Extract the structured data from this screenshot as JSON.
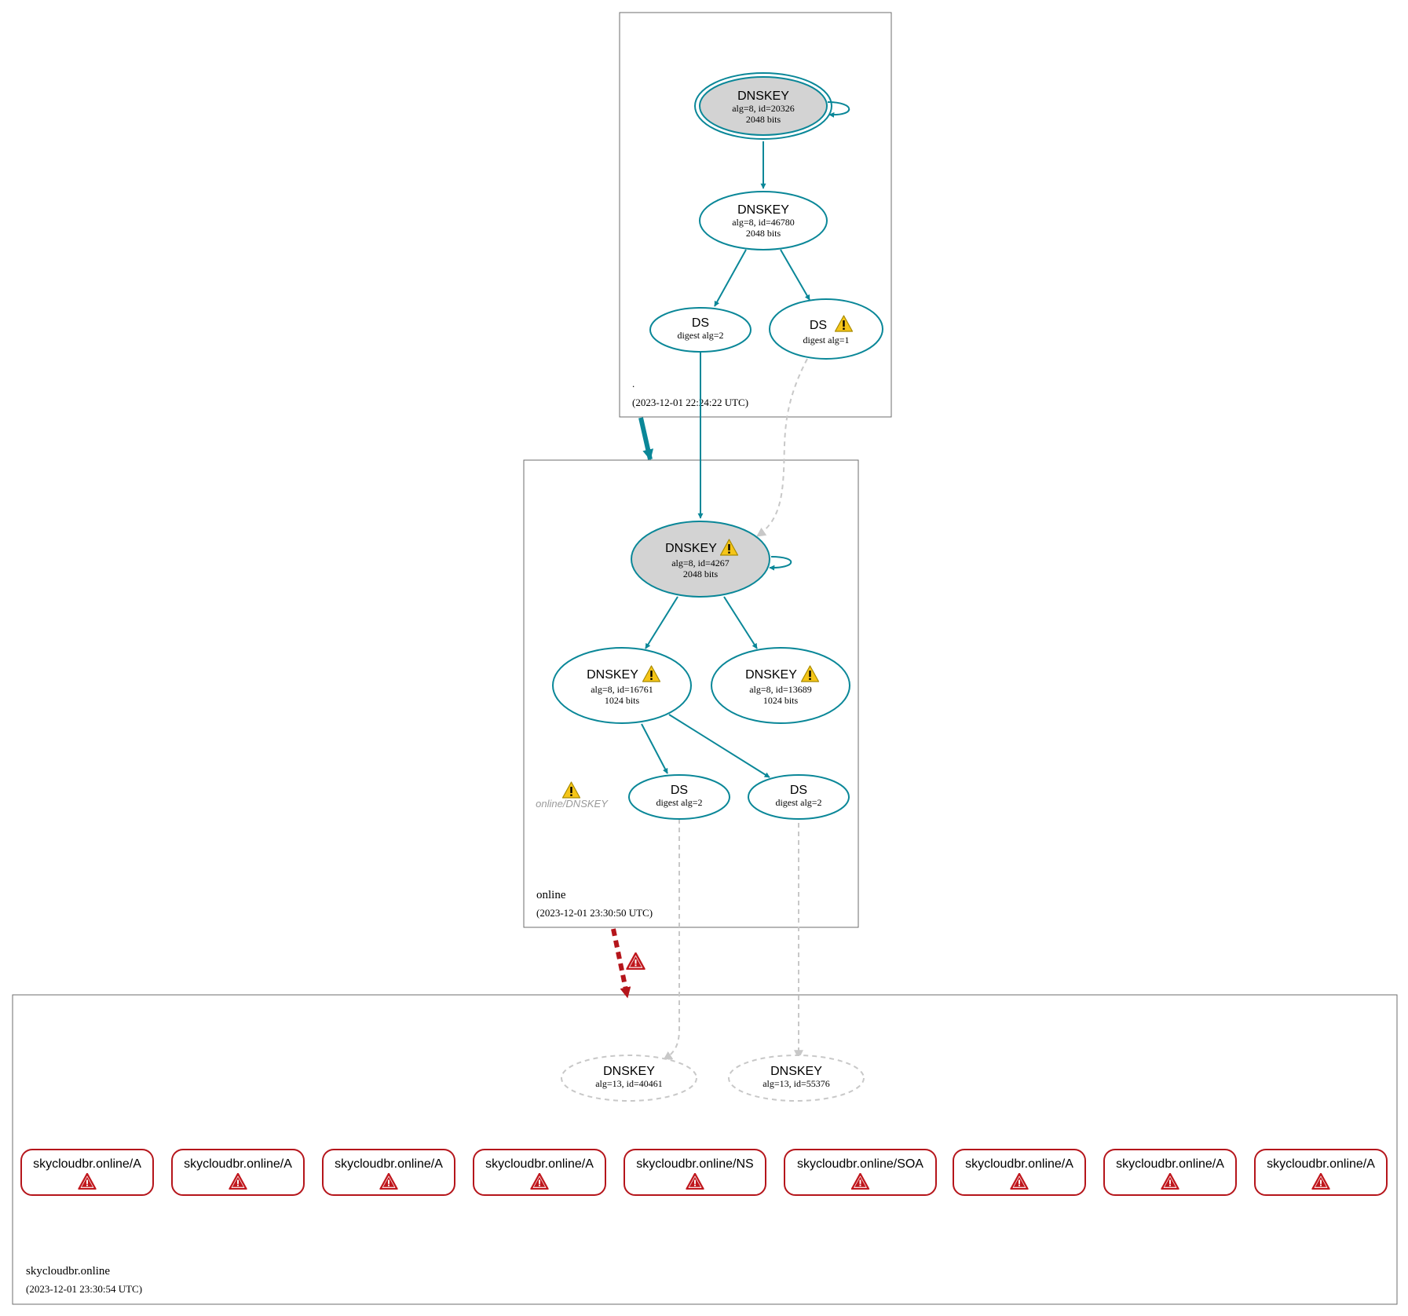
{
  "colors": {
    "teal": "#0a8798",
    "red": "#b5151b",
    "dashed_gray": "#c8c8c8",
    "ksk_fill": "#d3d3d3",
    "warning_yellow": "#f5c518",
    "error_red": "#c0171d",
    "zone_border": "#6e6e6e"
  },
  "zones": {
    "root": {
      "name": ".",
      "timestamp": "(2023-12-01 22:24:22 UTC)"
    },
    "online": {
      "name": "online",
      "timestamp": "(2023-12-01 23:30:50 UTC)"
    },
    "sky": {
      "name": "skycloudbr.online",
      "timestamp": "(2023-12-01 23:30:54 UTC)"
    }
  },
  "nodes": {
    "root_ksk": {
      "title": "DNSKEY",
      "line1": "alg=8, id=20326",
      "line2": "2048 bits"
    },
    "root_zsk": {
      "title": "DNSKEY",
      "line1": "alg=8, id=46780",
      "line2": "2048 bits"
    },
    "root_ds2": {
      "title": "DS",
      "line1": "digest alg=2"
    },
    "root_ds1": {
      "title": "DS",
      "line1": "digest alg=1",
      "icon": "warning-icon"
    },
    "online_ksk": {
      "title": "DNSKEY",
      "line1": "alg=8, id=4267",
      "line2": "2048 bits",
      "icon": "warning-icon"
    },
    "online_zsk1": {
      "title": "DNSKEY",
      "line1": "alg=8, id=16761",
      "line2": "1024 bits",
      "icon": "warning-icon"
    },
    "online_zsk2": {
      "title": "DNSKEY",
      "line1": "alg=8, id=13689",
      "line2": "1024 bits",
      "icon": "warning-icon"
    },
    "online_ds_a": {
      "title": "DS",
      "line1": "digest alg=2"
    },
    "online_ds_b": {
      "title": "DS",
      "line1": "digest alg=2"
    },
    "online_dnskey_warning": {
      "label": "online/DNSKEY",
      "icon": "warning-icon"
    },
    "sky_dnskey1": {
      "title": "DNSKEY",
      "line1": "alg=13, id=40461"
    },
    "sky_dnskey2": {
      "title": "DNSKEY",
      "line1": "alg=13, id=55376"
    }
  },
  "delegation_error_icon": "error-icon",
  "rrsets": [
    {
      "label": "skycloudbr.online/A",
      "icon": "error-icon"
    },
    {
      "label": "skycloudbr.online/A",
      "icon": "error-icon"
    },
    {
      "label": "skycloudbr.online/A",
      "icon": "error-icon"
    },
    {
      "label": "skycloudbr.online/A",
      "icon": "error-icon"
    },
    {
      "label": "skycloudbr.online/NS",
      "icon": "error-icon"
    },
    {
      "label": "skycloudbr.online/SOA",
      "icon": "error-icon"
    },
    {
      "label": "skycloudbr.online/A",
      "icon": "error-icon"
    },
    {
      "label": "skycloudbr.online/A",
      "icon": "error-icon"
    },
    {
      "label": "skycloudbr.online/A",
      "icon": "error-icon"
    }
  ]
}
